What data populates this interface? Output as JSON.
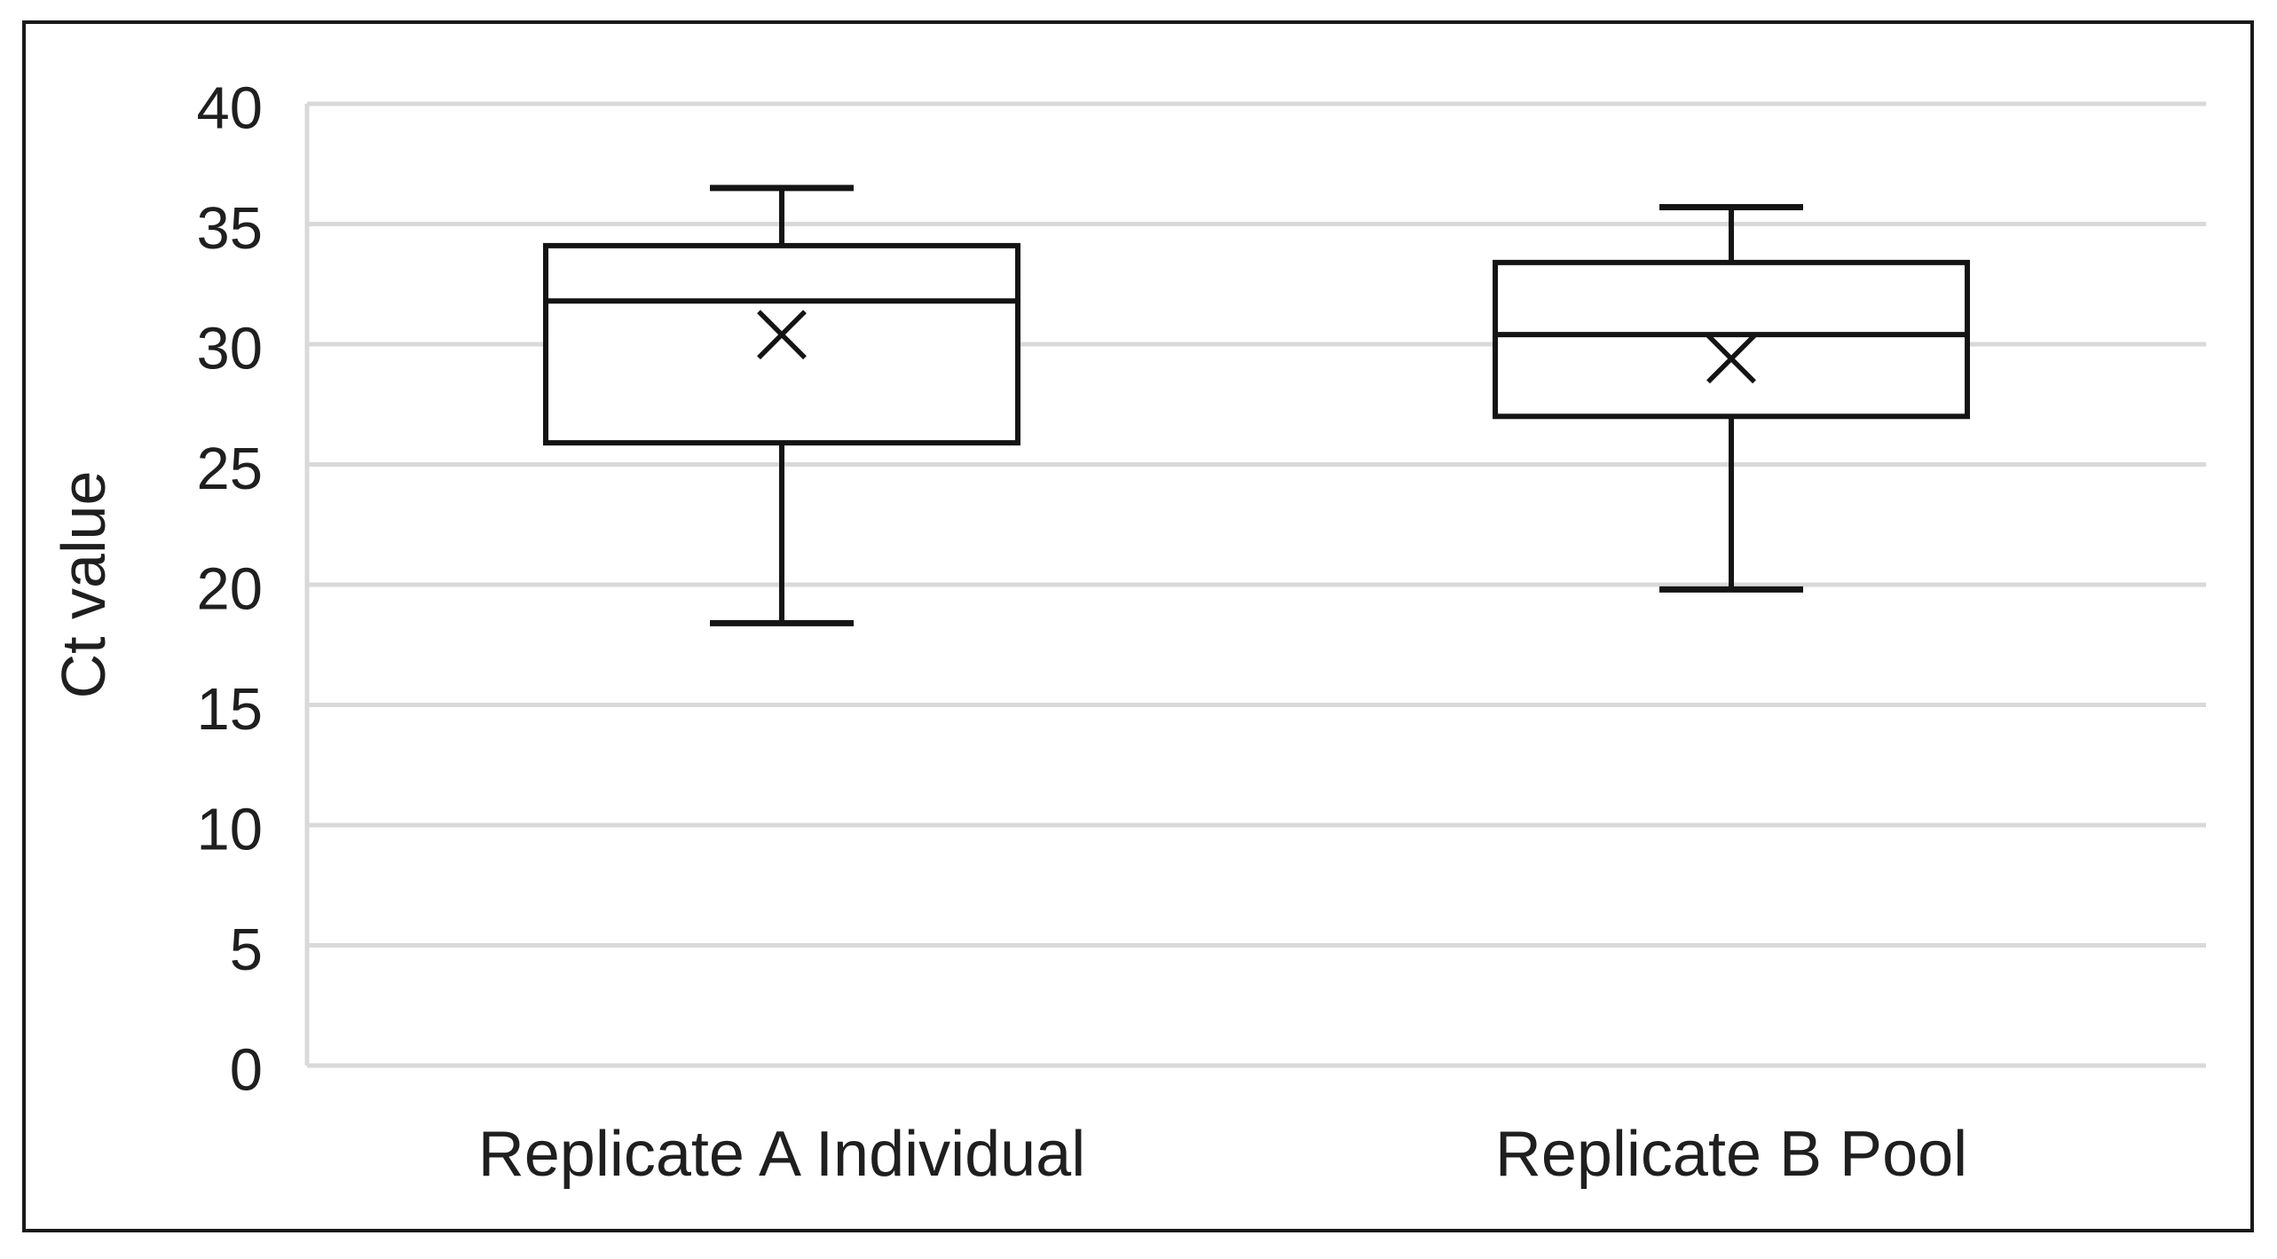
{
  "chart_data": {
    "type": "boxplot",
    "title": "",
    "xlabel": "",
    "ylabel": "Ct value",
    "ylim": [
      0,
      40
    ],
    "yticks": [
      0,
      5,
      10,
      15,
      20,
      25,
      30,
      35,
      40
    ],
    "grid": "horizontal",
    "legend": "none",
    "categories": [
      "Replicate A Individual",
      "Replicate B Pool"
    ],
    "series": [
      {
        "name": "Replicate A Individual",
        "min": 18.4,
        "q1": 25.9,
        "median": 31.8,
        "q3": 34.1,
        "max": 36.5,
        "mean": 30.4
      },
      {
        "name": "Replicate B Pool",
        "min": 19.8,
        "q1": 27.0,
        "median": 30.4,
        "q3": 33.4,
        "max": 35.7,
        "mean": 29.4
      }
    ],
    "colors": {
      "box_stroke": "#141414",
      "gridline": "#d9d9d9",
      "axis_line": "#d9d9d9",
      "text": "#1f1f1f",
      "frame": "#1a1a1a",
      "background": "#ffffff"
    }
  }
}
